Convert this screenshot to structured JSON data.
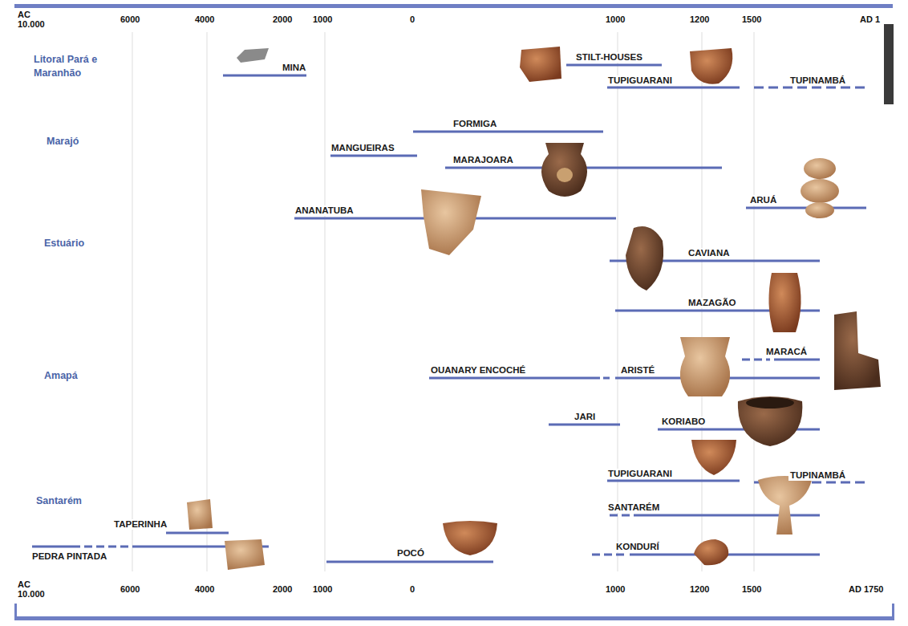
{
  "diagram": {
    "labels": [
      "AC 10.000",
      "6000",
      "4000",
      "2000",
      "1000",
      "0",
      "1000",
      "1200",
      "1500",
      "AD 1",
      "Litoral Pará e Maranhão",
      "MINA",
      "STILT-HOUSES",
      "TUPIGUARANI",
      "TUPINAMBÁ",
      "Marajó",
      "FORMIGA",
      "MANGUEIRAS",
      "MARAJOARA",
      "ANANATUBA",
      "ARUÁ",
      "Estuário",
      "CAVIANA",
      "MAZAGÃO",
      "MARACÁ",
      "Amapá",
      "OUANARY ENCOCHÉ",
      "ARISTÉ",
      "JARI",
      "KORIABO",
      "TUPIGUARANI",
      "TUPINAMBÁ",
      "Santarém",
      "SANTARÉM",
      "TAPERINHA",
      "KONDURÍ",
      "POCÓ",
      "PEDRA PINTADA",
      "AC 10.000",
      "6000",
      "4000",
      "2000",
      "1000",
      "0",
      "1000",
      "1200",
      "1500",
      "AD 1750"
    ]
  }
}
